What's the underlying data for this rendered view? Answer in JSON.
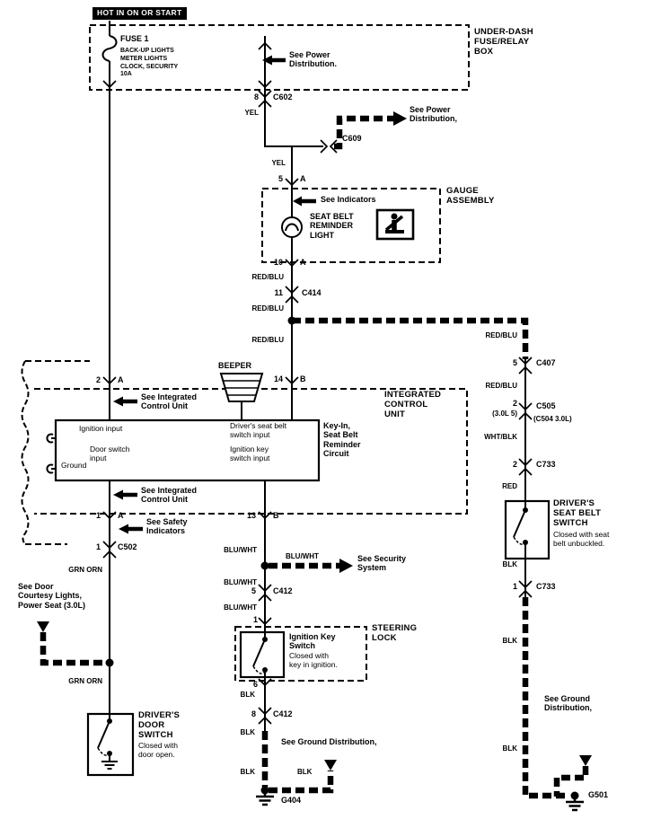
{
  "colors": {
    "ink": "#000000",
    "paper": "#ffffff"
  },
  "header": {
    "hot": "HOT IN ON OR START"
  },
  "fuse_box": {
    "label": "UNDER-DASH\nFUSE/RELAY\nBOX",
    "fuse_name": "FUSE 1",
    "fuse_detail": "BACK-UP LIGHTS\nMETER LIGHTS\nCLOCK, SECURITY\n10A",
    "see_power": "See Power\nDistribution."
  },
  "power": {
    "see_power_out": "See Power\nDistribution,",
    "c609": "C609"
  },
  "gauge": {
    "label": "GAUGE\nASSEMBLY",
    "see_indicators": "See Indicators",
    "light": "SEAT BELT\nREMINDER\nLIGHT"
  },
  "icu": {
    "label": "INTEGRATED\nCONTROL\nUNIT",
    "beeper": "BEEPER",
    "in_ignition": "Ignition input",
    "in_door": "Door switch\ninput",
    "in_ground": "Ground",
    "in_seatbelt": "Driver's seat belt\nswitch input",
    "in_key": "Ignition key\nswitch input",
    "circuit": "Key-In,\nSeat Belt\nReminder\nCircuit",
    "see_icu_top": "See Integrated\nControl Unit",
    "see_icu_bottom": "See Integrated\nControl Unit",
    "see_safety": "See Safety\nIndicators"
  },
  "steering": {
    "label": "STEERING\nLOCK",
    "switch_title": "Ignition Key\nSwitch",
    "switch_desc": "Closed with\nkey in ignition.",
    "pin_in": "1",
    "pin_out": "6"
  },
  "switches": {
    "seat_belt": {
      "title": "DRIVER'S\nSEAT BELT\nSWITCH",
      "desc": "Closed with seat\nbelt unbuckled."
    },
    "door": {
      "title": "DRIVER'S\nDOOR\nSWITCH",
      "desc": "Closed with\ndoor open."
    }
  },
  "notes": {
    "see_security": "See Security\nSystem",
    "see_ground_mid": "See Ground Distribution,",
    "see_ground_right": "See Ground\nDistribution,",
    "see_door_courtesy": "See Door\nCourtesy Lights,\nPower Seat (3.0L)"
  },
  "grounds": {
    "g404": "G404",
    "g501": "G501"
  },
  "pins": {
    "c602": {
      "pin": "8",
      "name": "C602"
    },
    "a5": {
      "pin": "5",
      "name": "A"
    },
    "a10": {
      "pin": "10",
      "name": "A"
    },
    "c414": {
      "pin": "11",
      "name": "C414"
    },
    "c407": {
      "pin": "5",
      "name": "C407"
    },
    "c505": {
      "pin": "2",
      "pin_alt": "(3.0L 5)",
      "name": "C505",
      "name_alt": "(C504 3.0L)"
    },
    "c733_up": {
      "pin": "2",
      "name": "C733"
    },
    "c733_dn": {
      "pin": "1",
      "name": "C733"
    },
    "a2": {
      "pin": "2",
      "name": "A"
    },
    "b14": {
      "pin": "14",
      "name": "B"
    },
    "a1": {
      "pin": "1",
      "name": "A"
    },
    "b13": {
      "pin": "13",
      "name": "B"
    },
    "c502": {
      "pin": "1",
      "name": "C502"
    },
    "c412_up": {
      "pin": "5",
      "name": "C412"
    },
    "c412_dn": {
      "pin": "8",
      "name": "C412"
    }
  },
  "wire_colors": {
    "yel1": "YEL",
    "yel2": "YEL",
    "redblu1": "RED/BLU",
    "redblu2": "RED/BLU",
    "redblu3": "RED/BLU",
    "redblu4": "RED/BLU",
    "redblu5": "RED/BLU",
    "whtblk": "WHT/BLK",
    "red1": "RED",
    "blk_r1": "BLK",
    "blk_r2": "BLK",
    "blk_r3": "BLK",
    "grnorn1": "GRN ORN",
    "grnorn2": "GRN ORN",
    "bluwht1": "BLU/WHT",
    "bluwht2": "BLU/WHT",
    "bluwht3": "BLU/WHT",
    "bluwht4": "BLU/WHT",
    "blk_m1": "BLK",
    "blk_m2": "BLK",
    "blk_m3": "BLK",
    "blk_m4": "BLK"
  }
}
